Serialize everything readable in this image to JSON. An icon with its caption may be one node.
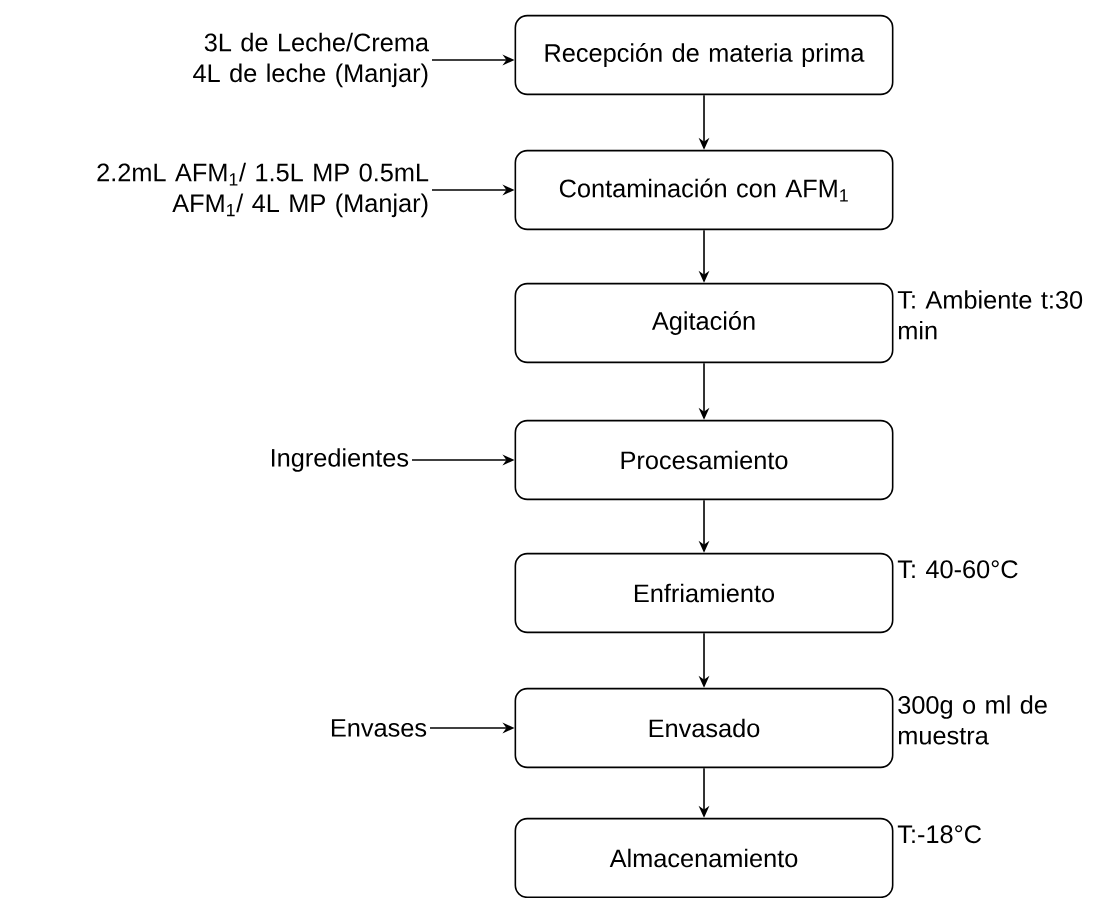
{
  "diagram": {
    "nodes": [
      {
        "text": [
          "Recepción de materia prima"
        ]
      },
      {
        "text": [
          "Contaminación con AFM$_{1}$"
        ]
      },
      {
        "text": [
          "Agitación"
        ],
        "beside": [
          "T: Ambiente t:30 min"
        ]
      },
      {
        "text": [
          "Procesamiento"
        ]
      },
      {
        "text": [
          "Enfriamiento"
        ],
        "beside": [
          "T: 40-60°C"
        ]
      },
      {
        "text": [
          "Envasado"
        ],
        "beside": [
          "300g o ml de muestra"
        ]
      },
      {
        "text": [
          "Almacenamiento"
        ],
        "beside": [
          "T:-18°C"
        ]
      },
      {
        "text": [
          "3L de Leche/Crema 4L de leche (Manjar)"
        ]
      },
      {
        "text": [
          "2.2mL AFM$_{1}$/ 1.5L MP 0.5mL AFM$_{1}$/ 4L MP (Manjar)"
        ]
      },
      {
        "text": [
          "Ingredientes"
        ]
      },
      {
        "text": [
          "Envases"
        ]
      }
    ],
    "edges": [
      {
        "from": 0,
        "to": 1,
        "arrow": "to"
      },
      {
        "from": 1,
        "to": 2,
        "arrow": "to"
      },
      {
        "from": 2,
        "to": 3,
        "arrow": "to"
      },
      {
        "from": 3,
        "to": 4,
        "arrow": "to"
      },
      {
        "from": 4,
        "to": 5,
        "arrow": "to"
      },
      {
        "from": 5,
        "to": 6,
        "arrow": "to"
      },
      {
        "from": 7,
        "to": 0,
        "arrow": "to"
      },
      {
        "from": 8,
        "to": 1,
        "arrow": "to"
      },
      {
        "from": 9,
        "to": 3,
        "arrow": "to"
      },
      {
        "from": 10,
        "to": 5,
        "arrow": "to"
      }
    ]
  }
}
